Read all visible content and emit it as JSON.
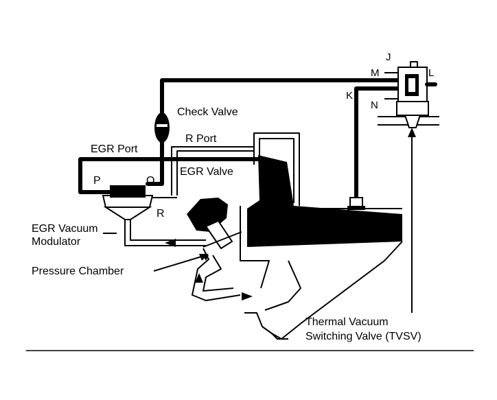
{
  "labels": {
    "check_valve": "Check Valve",
    "r_port": "R Port",
    "egr_port": "EGR Port",
    "egr_valve": "EGR Valve",
    "p": "P",
    "q": "Q",
    "r": "R",
    "egr_vacuum_modulator_line1": "EGR Vacuum",
    "egr_vacuum_modulator_line2": "Modulator",
    "pressure_chamber": "Pressure Chamber",
    "tvsv_line1": "Thermal Vacuum",
    "tvsv_line2": "Switching Valve (TVSV)",
    "j": "J",
    "k": "K",
    "l": "L",
    "m": "M",
    "n": "N"
  },
  "colors": {
    "ink": "#000000",
    "paper": "#ffffff"
  }
}
